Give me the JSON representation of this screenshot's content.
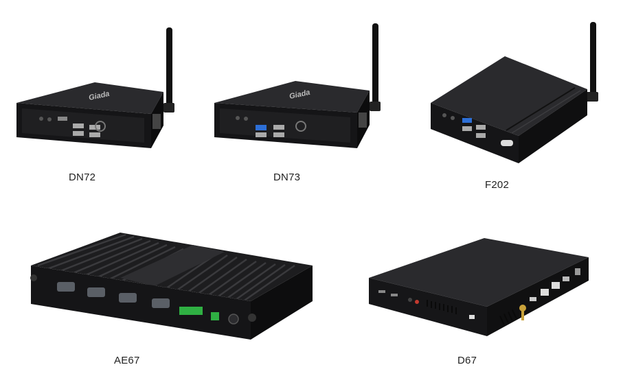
{
  "products": [
    {
      "id": "dn72",
      "model": "DN72",
      "icon": "mini-pc-antenna"
    },
    {
      "id": "dn73",
      "model": "DN73",
      "icon": "mini-pc-antenna"
    },
    {
      "id": "f202",
      "model": "F202",
      "icon": "mini-pc-cube-antenna"
    },
    {
      "id": "ae67",
      "model": "AE67",
      "icon": "fanless-industrial-pc"
    },
    {
      "id": "d67",
      "model": "D67",
      "icon": "slim-mini-pc"
    }
  ],
  "brand": {
    "logo_text": "Giada"
  },
  "colors": {
    "background": "#ffffff",
    "chassis": "#1b1b1d",
    "port_usb3": "#2d6fd6"
  }
}
